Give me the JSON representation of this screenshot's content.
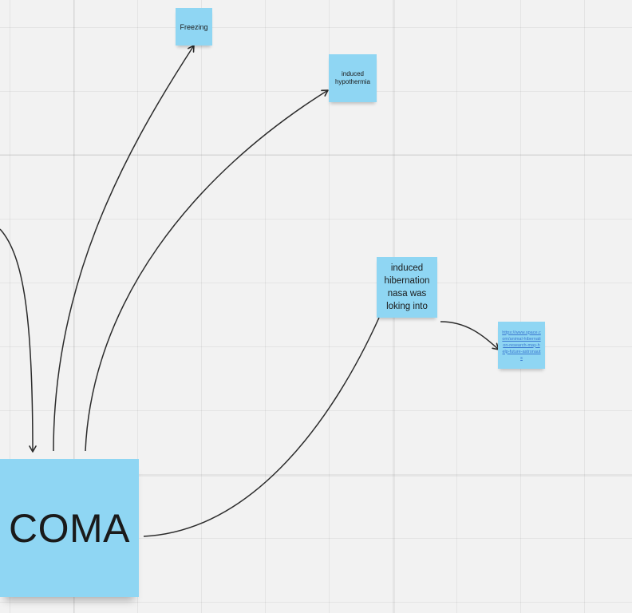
{
  "canvas": {
    "background": "#f2f2f2",
    "sticky_color": "#8fd6f3",
    "link_color": "#3a78d0"
  },
  "notes": {
    "freezing": "Freezing",
    "hypothermia": "induced hypothermia",
    "hibernation": "induced hibernation nasa was loking into",
    "link": "https://www.space.com/animal-hibernation-research-may-help-future-astronauts",
    "coma": "COMA"
  }
}
